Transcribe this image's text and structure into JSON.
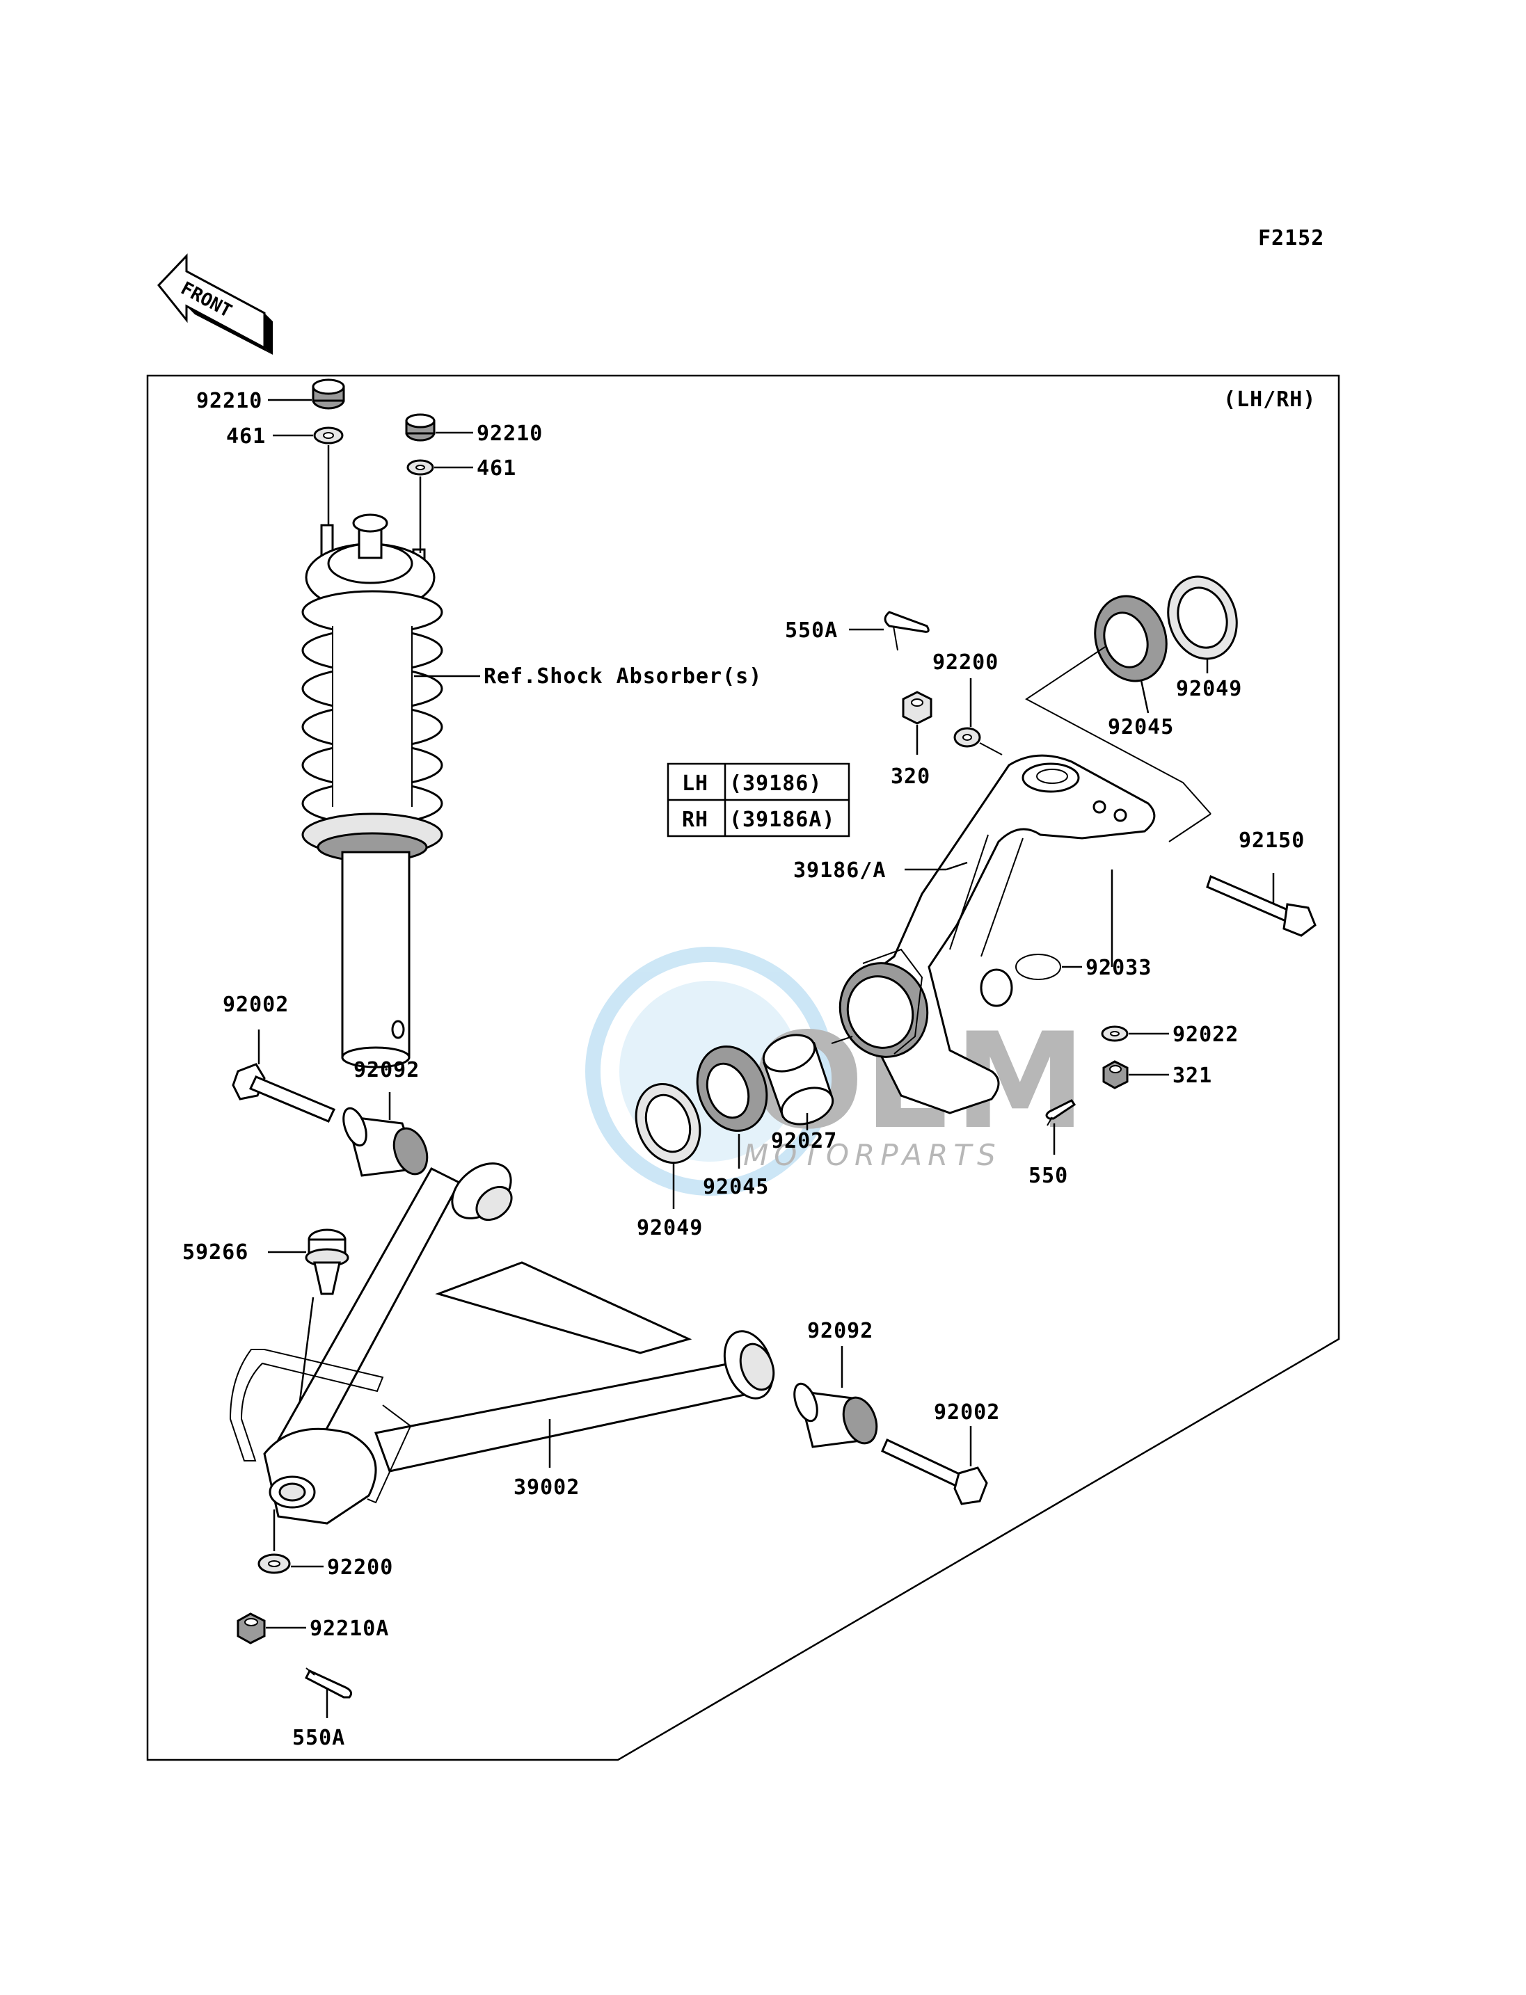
{
  "figure_code": "F2152",
  "front_arrow_label": "FRONT",
  "side_note": "(LH/RH)",
  "shock_ref_label": "Ref.Shock Absorber(s)",
  "knuckle_table": {
    "rows": [
      {
        "side": "LH",
        "part": "(39186)"
      },
      {
        "side": "RH",
        "part": "(39186A)"
      }
    ]
  },
  "parts": {
    "nut_92210_a": "92210",
    "washer_461_a": "461",
    "nut_92210_b": "92210",
    "washer_461_b": "461",
    "cotter_550A_top": "550A",
    "washer_92200_top": "92200",
    "nut_320": "320",
    "seal_92049_top": "92049",
    "bearing_92045_top": "92045",
    "bolt_92150": "92150",
    "knuckle_39186A": "39186/A",
    "circlip_92033": "92033",
    "washer_92022": "92022",
    "nut_321": "321",
    "cotter_550": "550",
    "collar_92027": "92027",
    "bearing_92045_bottom": "92045",
    "seal_92049_bottom": "92049",
    "bolt_92002_left": "92002",
    "bushing_92092_left": "92092",
    "balljoint_59266": "59266",
    "arm_39002": "39002",
    "bushing_92092_right": "92092",
    "bolt_92002_right": "92002",
    "washer_92200_bottom": "92200",
    "nut_92210A": "92210A",
    "cotter_550A_bottom": "550A"
  },
  "watermark": {
    "brand": "OEM",
    "sub": "MOTORPARTS"
  }
}
